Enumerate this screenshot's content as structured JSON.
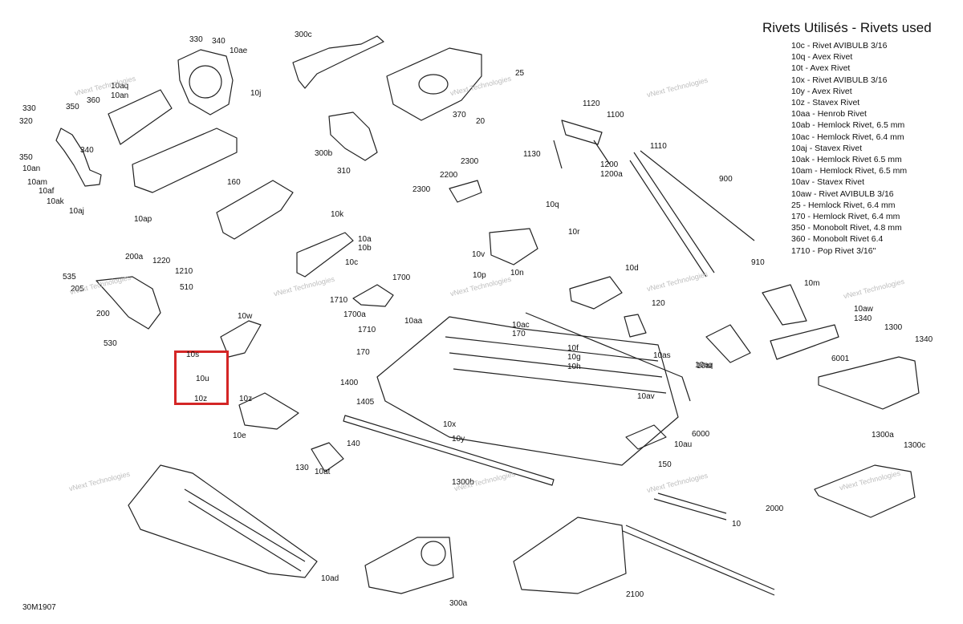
{
  "legend": {
    "title": "Rivets Utilisés - Rivets used",
    "items": [
      "10c - Rivet AVIBULB 3/16",
      "10q - Avex Rivet",
      "10t - Avex Rivet",
      "10x - Rivet AVIBULB 3/16",
      "10y - Avex Rivet",
      "10z - Stavex Rivet",
      "10aa - Henrob Rivet",
      "10ab - Hemlock Rivet, 6.5 mm",
      "10ac - Hemlock Rivet, 6.4 mm",
      "10aj - Stavex Rivet",
      "10ak - Hemlock Rivet 6.5 mm",
      "10am - Hemlock Rivet, 6.5 mm",
      "10av - Stavex Rivet",
      "10aw - Rivet AVIBULB 3/16",
      "25 - Hemlock Rivet, 6.4 mm",
      "170 - Hemlock Rivet, 6.4 mm",
      "350 - Monobolt Rivet, 4.8 mm",
      "360 - Monobolt Rivet 6.4",
      "1710 - Pop Rivet 3/16\""
    ]
  },
  "drawing_code": "30M1907",
  "watermark": "vNext Technologies",
  "callouts": [
    "330",
    "340",
    "10ae",
    "330",
    "350",
    "360",
    "320",
    "340",
    "350",
    "10an",
    "10am",
    "10af",
    "10ak",
    "10aj",
    "10aq",
    "10an",
    "10j",
    "10ap",
    "160",
    "300c",
    "300b",
    "310",
    "25",
    "370",
    "20",
    "2300",
    "2200",
    "2300",
    "1120",
    "1100",
    "1130",
    "1200",
    "1200a",
    "1110",
    "900",
    "910",
    "10k",
    "10a",
    "10b",
    "10c",
    "10q",
    "10r",
    "10v",
    "10p",
    "10n",
    "10d",
    "120",
    "1700",
    "1710",
    "1700a",
    "1710",
    "535",
    "200a",
    "1220",
    "1210",
    "205",
    "510",
    "200",
    "530",
    "10w",
    "10z",
    "10s",
    "10u",
    "10z",
    "10e",
    "10aa",
    "10ac",
    "170",
    "10f",
    "10g",
    "10h",
    "170",
    "1400",
    "1405",
    "10x",
    "10y",
    "10as",
    "10av",
    "10aq",
    "10ar",
    "10m",
    "10aw",
    "1340",
    "1300",
    "1340",
    "6001",
    "6000",
    "10au",
    "150",
    "140",
    "130",
    "10at",
    "1300b",
    "1300a",
    "1300c",
    "2000",
    "10",
    "10ad",
    "300a",
    "2100"
  ]
}
